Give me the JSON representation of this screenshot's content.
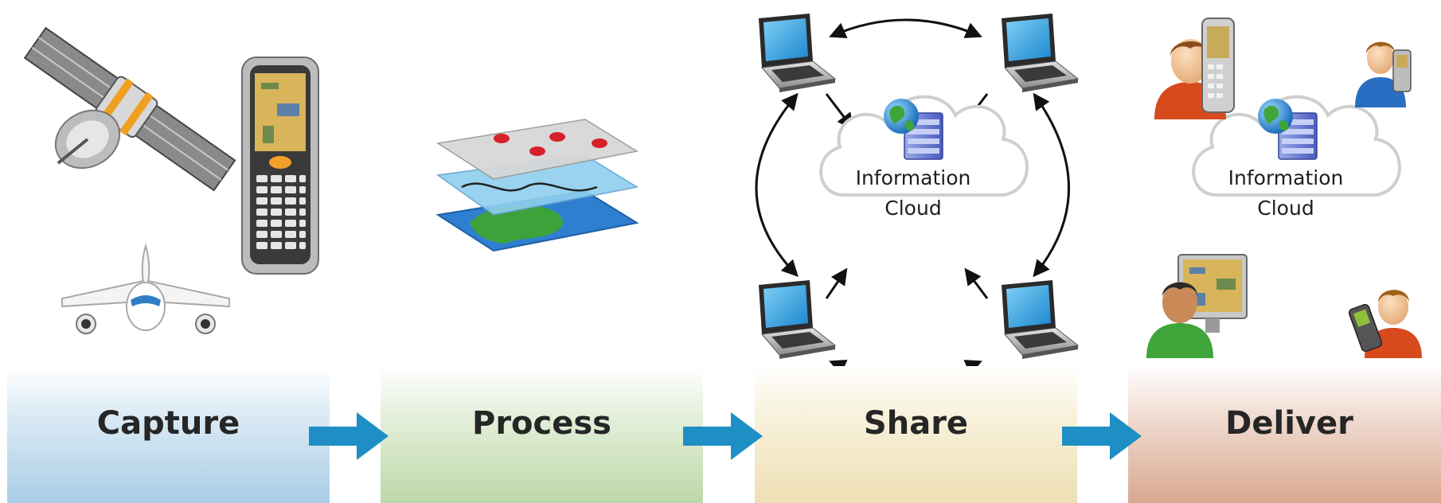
{
  "stages": [
    {
      "label": "Capture"
    },
    {
      "label": "Process"
    },
    {
      "label": "Share"
    },
    {
      "label": "Deliver"
    }
  ],
  "share_cloud": {
    "line1": "Information",
    "line2": "Cloud"
  },
  "deliver_cloud": {
    "line1": "Information",
    "line2": "Cloud"
  },
  "icons": {
    "capture": [
      "satellite-icon",
      "handheld-device-icon",
      "airplane-icon"
    ],
    "process": [
      "map-layers-icon"
    ],
    "share": [
      "laptop-icon",
      "server-globe-icon",
      "cloud-icon"
    ],
    "deliver": [
      "person-icon",
      "mobile-phone-icon",
      "desktop-monitor-icon",
      "server-globe-icon",
      "cloud-icon"
    ]
  },
  "colors": {
    "arrow": "#1e8fc4",
    "capture": "#a9cde6",
    "process": "#bcd8a8",
    "share": "#eedfb4",
    "deliver": "#d8a890",
    "text": "#262626"
  }
}
